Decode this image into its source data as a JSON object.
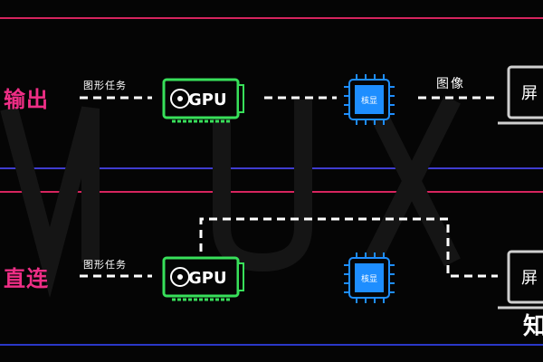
{
  "colors": {
    "background": "#050505",
    "top_line": "#d6245e",
    "divider_line": "#3f3ccf",
    "bottom_line": "#2a37c8",
    "label_pink": "#ef2e86",
    "gpu_green": "#38e05a",
    "chip_blue": "#1e8eff",
    "dash": "#ffffff",
    "screen_gray": "#cfcfcf"
  },
  "row1": {
    "left_label": "输出",
    "task_label": "图形任务",
    "gpu_label": "GPU",
    "chip_label": "核显",
    "image_label": "图像",
    "screen_label": "屏"
  },
  "row2": {
    "left_label": "直连",
    "task_label": "图形任务",
    "gpu_label": "GPU",
    "chip_label": "核显",
    "screen_label": "屏"
  },
  "watermark": "知",
  "icons": {
    "gpu": "graphics-card-icon",
    "chip": "cpu-chip-icon",
    "screen": "laptop-monitor-icon"
  }
}
